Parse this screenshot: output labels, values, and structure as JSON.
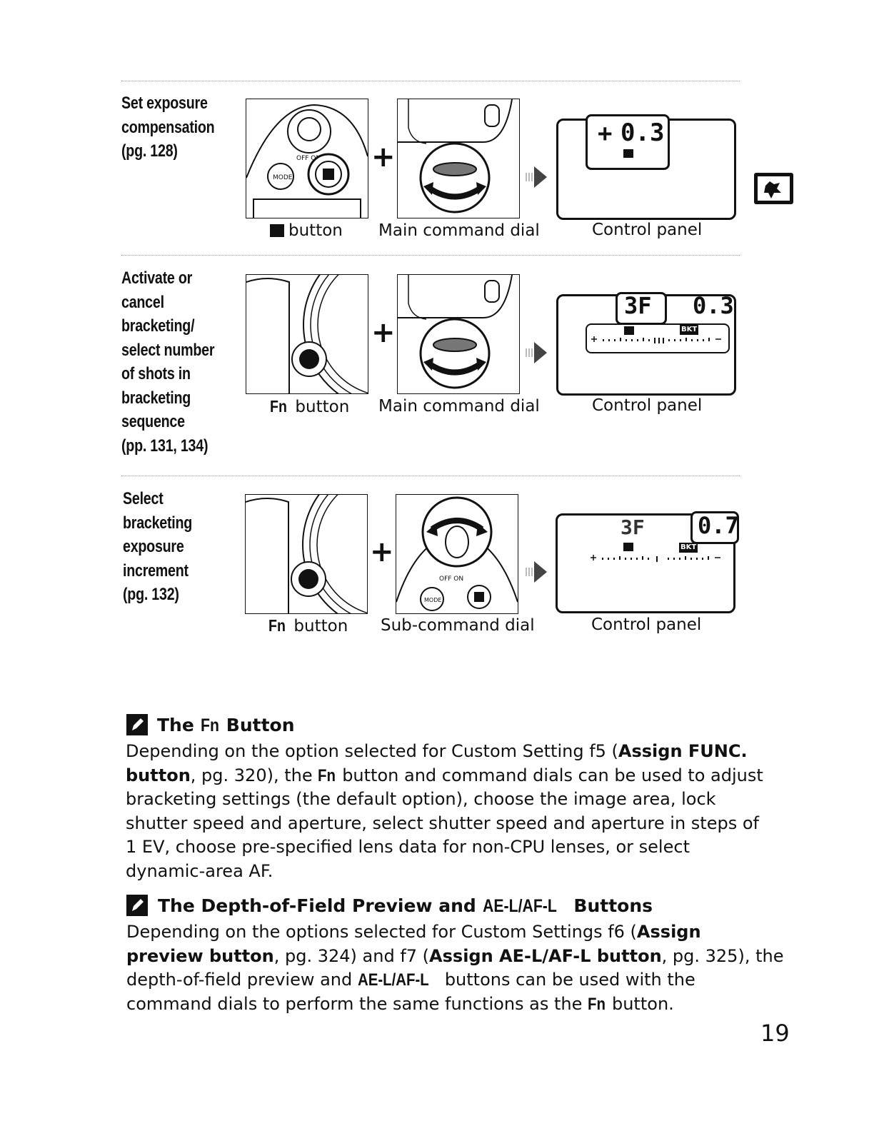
{
  "rows": [
    {
      "label_lines": [
        "Set exposure",
        "compensation",
        "(pg. 128)"
      ],
      "caption1_icon": "exposure-compensation-icon",
      "caption1_text": "button",
      "caption2": "Main command dial",
      "caption3": "Control panel",
      "display_value": "0.3",
      "display_sign": "+"
    },
    {
      "label_lines": [
        "Activate or",
        "cancel",
        "bracketing/",
        "select number",
        "of shots in",
        "bracketing",
        "sequence",
        "(pp. 131, 134)"
      ],
      "caption1_bold": "Fn",
      "caption1_text": "button",
      "caption2": "Main command dial",
      "caption3": "Control panel",
      "display_shots": "3F",
      "display_value": "0.3",
      "bkt_label": "BKT"
    },
    {
      "label_lines": [
        "Select",
        "bracketing",
        "exposure",
        "increment",
        "(pg. 132)"
      ],
      "caption1_bold": "Fn",
      "caption1_text": "button",
      "caption2": "Sub-command dial",
      "caption3": "Control panel",
      "display_shots": "3F",
      "display_value": "0.7",
      "bkt_label": "BKT"
    }
  ],
  "notes": [
    {
      "title_parts": [
        "The ",
        "Fn",
        " Button"
      ],
      "body_lines": [
        [
          [
            "",
            "Depending on the option selected for Custom Setting f5 ("
          ],
          [
            "b",
            "Assign FUNC."
          ]
        ],
        [
          [
            "b",
            "button"
          ],
          [
            "",
            ", pg. 320), the "
          ],
          [
            "c",
            "Fn"
          ],
          [
            "",
            " button and command dials can be used to adjust"
          ]
        ],
        [
          [
            "",
            "bracketing settings (the default option), choose the image area, lock"
          ]
        ],
        [
          [
            "",
            "shutter speed and aperture, select shutter speed and aperture in steps of"
          ]
        ],
        [
          [
            "",
            "1 EV, choose pre-specified lens data for non-CPU lenses, or select"
          ]
        ],
        [
          [
            "",
            "dynamic-area AF."
          ]
        ]
      ]
    },
    {
      "title_parts": [
        "The Depth-of-Field Preview and ",
        "AE-L/AF-L",
        " Buttons"
      ],
      "body_lines": [
        [
          [
            "",
            "Depending on the options selected for Custom Settings f6 ("
          ],
          [
            "b",
            "Assign"
          ]
        ],
        [
          [
            "b",
            "preview button"
          ],
          [
            "",
            ", pg. 324) and f7 ("
          ],
          [
            "b",
            "Assign AE-L/AF-L button"
          ],
          [
            "",
            ", pg. 325), the"
          ]
        ],
        [
          [
            "",
            "depth-of-field preview and "
          ],
          [
            "c",
            "AE-L/AF-L"
          ],
          [
            "",
            " buttons can be used with the"
          ]
        ],
        [
          [
            "",
            "command dials to perform the same functions as the "
          ],
          [
            "c",
            "Fn"
          ],
          [
            "",
            " button."
          ]
        ]
      ]
    }
  ],
  "section_tab_icon": "camera-setup-tab-icon",
  "page_number": "19"
}
